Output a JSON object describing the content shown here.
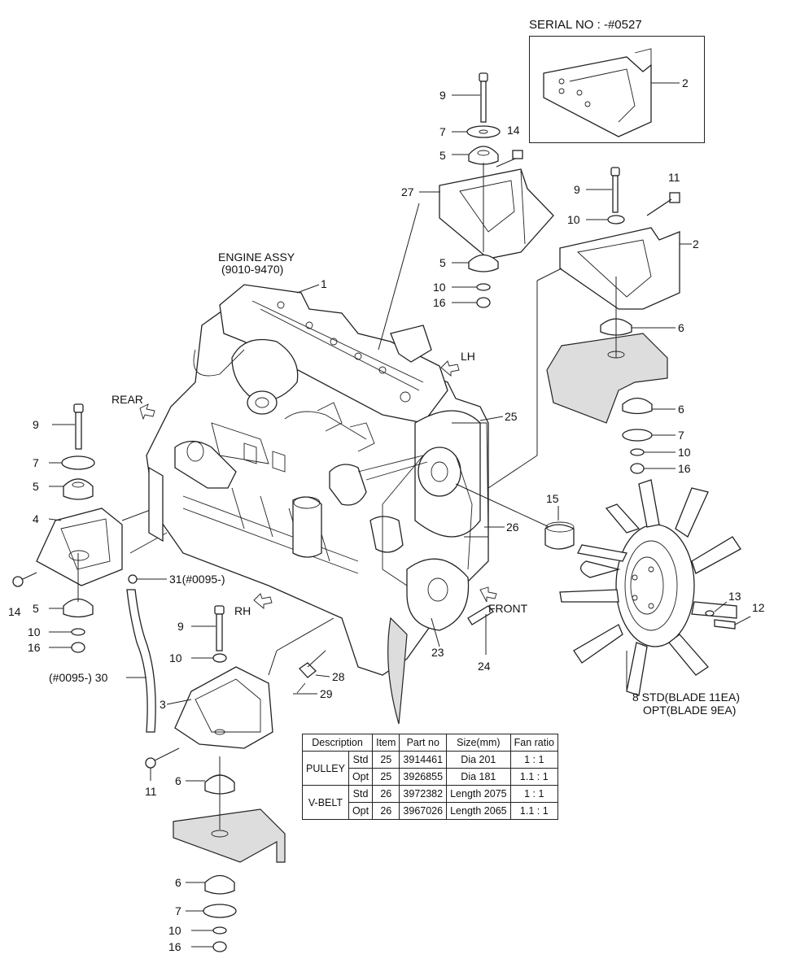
{
  "serial_title": "SERIAL NO : -#0527",
  "engine": {
    "label": "ENGINE ASSY",
    "code": "(9010-9470)"
  },
  "directions": {
    "rear": "REAR",
    "lh": "LH",
    "rh": "RH",
    "front": "FRONT"
  },
  "callouts": {
    "c1": "1",
    "c2a": "2",
    "c2b": "2",
    "c3": "3",
    "c4": "4",
    "c5a": "5",
    "c5b": "5",
    "c5c": "5",
    "c5d": "5",
    "c6a": "6",
    "c6b": "6",
    "c6c": "6",
    "c6d": "6",
    "c7a": "7",
    "c7b": "7",
    "c7c": "7",
    "c7d": "7",
    "c9a": "9",
    "c9b": "9",
    "c9c": "9",
    "c9d": "9",
    "c10a": "10",
    "c10b": "10",
    "c10c": "10",
    "c10d": "10",
    "c10e": "10",
    "c10f": "10",
    "c11a": "11",
    "c11b": "11",
    "c12": "12",
    "c13": "13",
    "c14a": "14",
    "c14b": "14",
    "c15": "15",
    "c16a": "16",
    "c16b": "16",
    "c16c": "16",
    "c16d": "16",
    "c23": "23",
    "c24": "24",
    "c25": "25",
    "c26": "26",
    "c27": "27",
    "c28": "28",
    "c29": "29",
    "c30": "(#0095-) 30",
    "c31": "31(#0095-)",
    "c8a": "8 STD(BLADE 11EA)",
    "c8b": "OPT(BLADE 9EA)"
  },
  "table": {
    "headers": [
      "Description",
      "Item",
      "Part no",
      "Size(mm)",
      "Fan ratio"
    ],
    "groups": [
      {
        "name": "PULLEY",
        "rows": [
          [
            "Std",
            "25",
            "3914461",
            "Dia 201",
            "1 : 1"
          ],
          [
            "Opt",
            "25",
            "3926855",
            "Dia 181",
            "1.1 : 1"
          ]
        ]
      },
      {
        "name": "V-BELT",
        "rows": [
          [
            "Std",
            "26",
            "3972382",
            "Length 2075",
            "1 : 1"
          ],
          [
            "Opt",
            "26",
            "3967026",
            "Length 2065",
            "1.1 : 1"
          ]
        ]
      }
    ]
  }
}
